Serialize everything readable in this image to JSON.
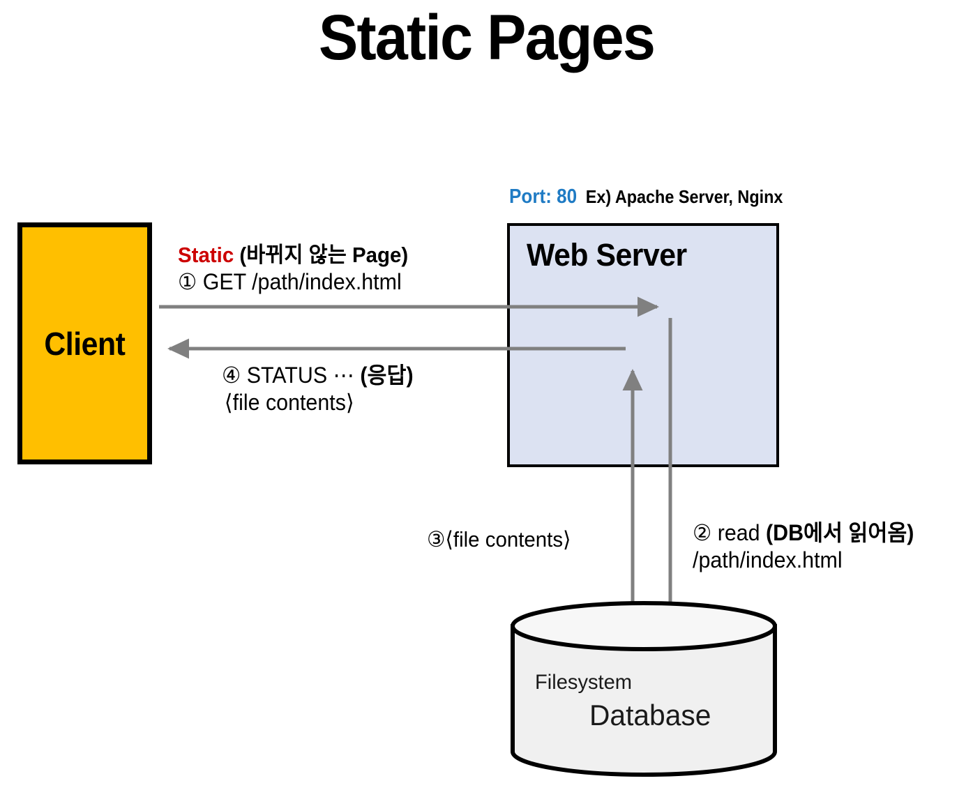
{
  "title": "Static Pages",
  "colors": {
    "client_fill": "#FFBF00",
    "server_fill": "#DCE2F2",
    "db_fill": "#F0F0F0",
    "arrow": "#808080",
    "accent_blue": "#1F7BC4",
    "accent_red": "#CC0000",
    "outline": "#000000"
  },
  "nodes": {
    "client": {
      "label": "Client"
    },
    "web_server": {
      "label": "Web Server",
      "caption_port": "Port: 80",
      "caption_example": "Ex) Apache Server, Nginx"
    },
    "database": {
      "label_top": "Filesystem",
      "label_main": "Database"
    }
  },
  "annotations": {
    "request": {
      "tag_static": "Static",
      "tag_note": "(바뀌지 않는 Page)",
      "step": "① GET /path/index.html"
    },
    "response": {
      "step": "④ STATUS ⋯",
      "step_note": "(응답)",
      "payload": "⟨file contents⟩"
    },
    "db_read_back": {
      "step": "③⟨file contents⟩"
    },
    "db_read": {
      "step": "② read",
      "step_note": "(DB에서 읽어옴)",
      "path": "/path/index.html"
    }
  },
  "arrows": [
    {
      "name": "client-to-server",
      "step": "①",
      "direction": "right"
    },
    {
      "name": "server-to-db",
      "step": "②",
      "direction": "down"
    },
    {
      "name": "db-to-server",
      "step": "③",
      "direction": "up"
    },
    {
      "name": "server-to-client",
      "step": "④",
      "direction": "left"
    }
  ]
}
